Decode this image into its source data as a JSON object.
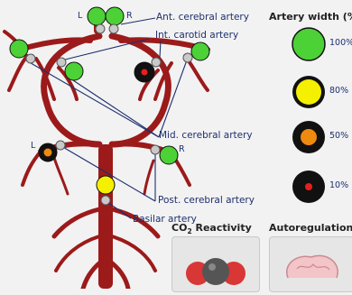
{
  "labels": {
    "ant_cerebral": "Ant. cerebral artery",
    "int_carotid": "Int. carotid artery",
    "mid_cerebral": "Mid. cerebral artery",
    "post_cerebral": "Post. cerebral artery",
    "basilar": "Basilar artery"
  },
  "sides": {
    "left": "L",
    "right": "R"
  },
  "legend": {
    "title": "Artery width (%)",
    "items": [
      {
        "pct": "100%",
        "fill": "#4cd137",
        "ring": "#111111",
        "dot": ""
      },
      {
        "pct": "80%",
        "fill": "#f5ef00",
        "ring": "#111111",
        "dot": ""
      },
      {
        "pct": "50%",
        "fill": "#ee8a10",
        "ring": "#111111",
        "dot": ""
      },
      {
        "pct": "10%",
        "fill": "#111111",
        "ring": "#111111",
        "dot": "#e8201c"
      }
    ]
  },
  "sections": {
    "co2": {
      "prefix": "CO",
      "sub": "2",
      "suffix": " Reactivity"
    },
    "autoregulation": "Autoregulation"
  },
  "colors": {
    "artery": "#9c1a1a",
    "pointer": "#1d2f6f"
  }
}
